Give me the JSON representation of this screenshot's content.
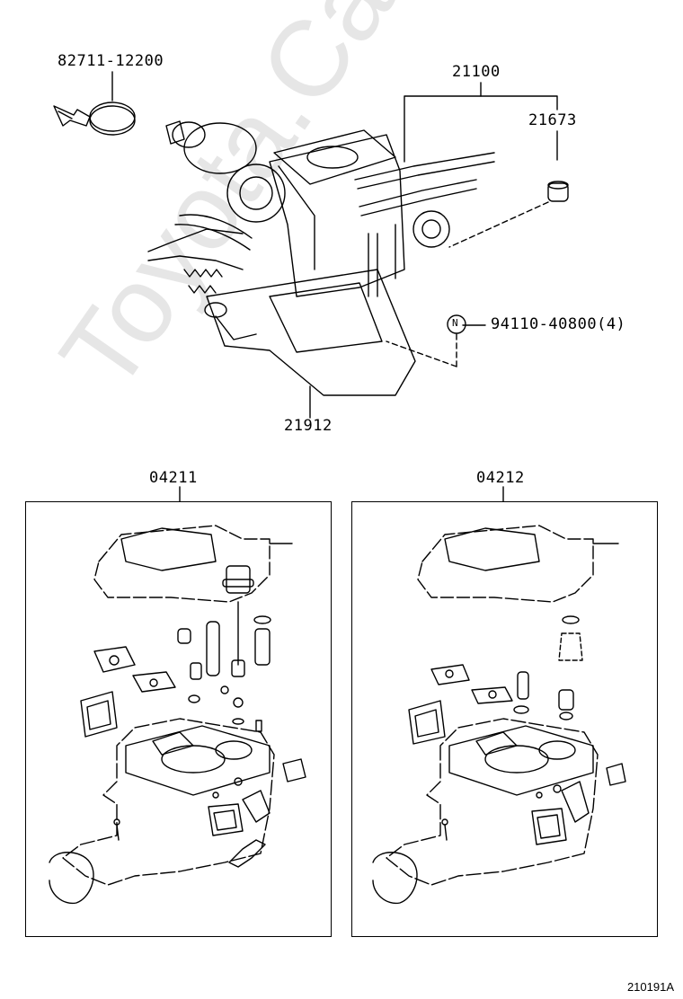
{
  "watermark": "Toyota.CarMine.ru",
  "parts": {
    "hose_clamp": "82711-12200",
    "carburetor_assy": "21100",
    "cap": "21673",
    "nut_symbol": "N",
    "nut": "94110-40800(4)",
    "insulator": "21912",
    "gasket_kit_a": "04211",
    "gasket_kit_b": "04212"
  },
  "catalog_code": "210191A"
}
